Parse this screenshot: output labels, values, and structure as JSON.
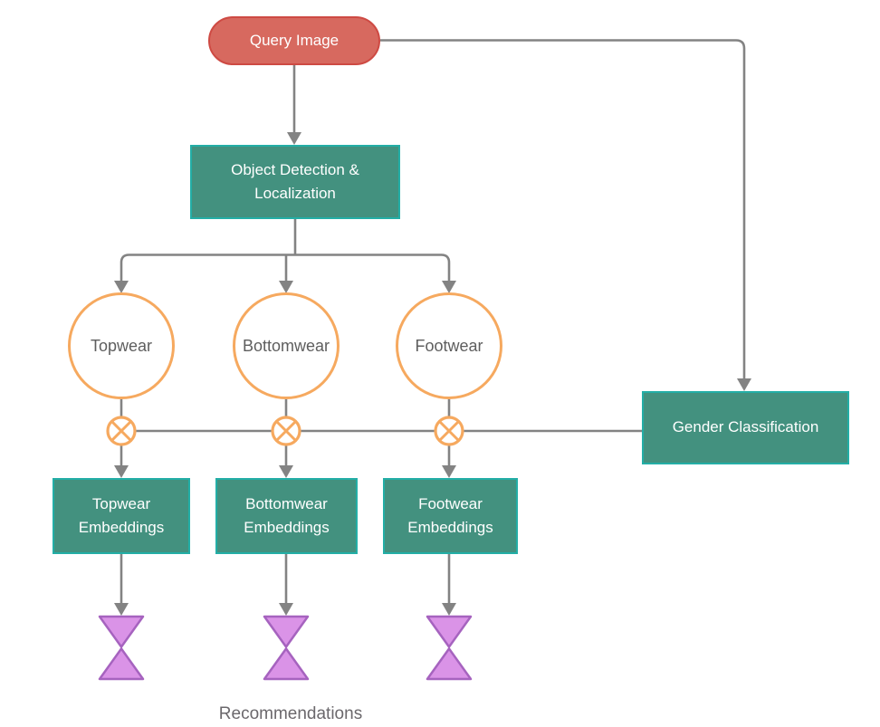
{
  "diagram": {
    "nodes": {
      "query_image": "Query Image",
      "object_detection": "Object Detection & Localization",
      "topwear": "Topwear",
      "bottomwear": "Bottomwear",
      "footwear": "Footwear",
      "gender_classification": "Gender Classification",
      "topwear_embeddings": "Topwear Embeddings",
      "bottomwear_embeddings": "Bottomwear Embeddings",
      "footwear_embeddings": "Footwear Embeddings"
    },
    "caption": "Recommendations",
    "colors": {
      "teal_fill": "#43917F",
      "teal_border": "#23AEA6",
      "red_fill": "#D7695F",
      "red_border": "#CE4A43",
      "orange": "#F6A95F",
      "purple_fill": "#DA93E7",
      "purple_border": "#A663BF",
      "connector_gray": "#838383",
      "circle_text": "#5E5E5E",
      "caption_text": "#6B686C"
    }
  }
}
